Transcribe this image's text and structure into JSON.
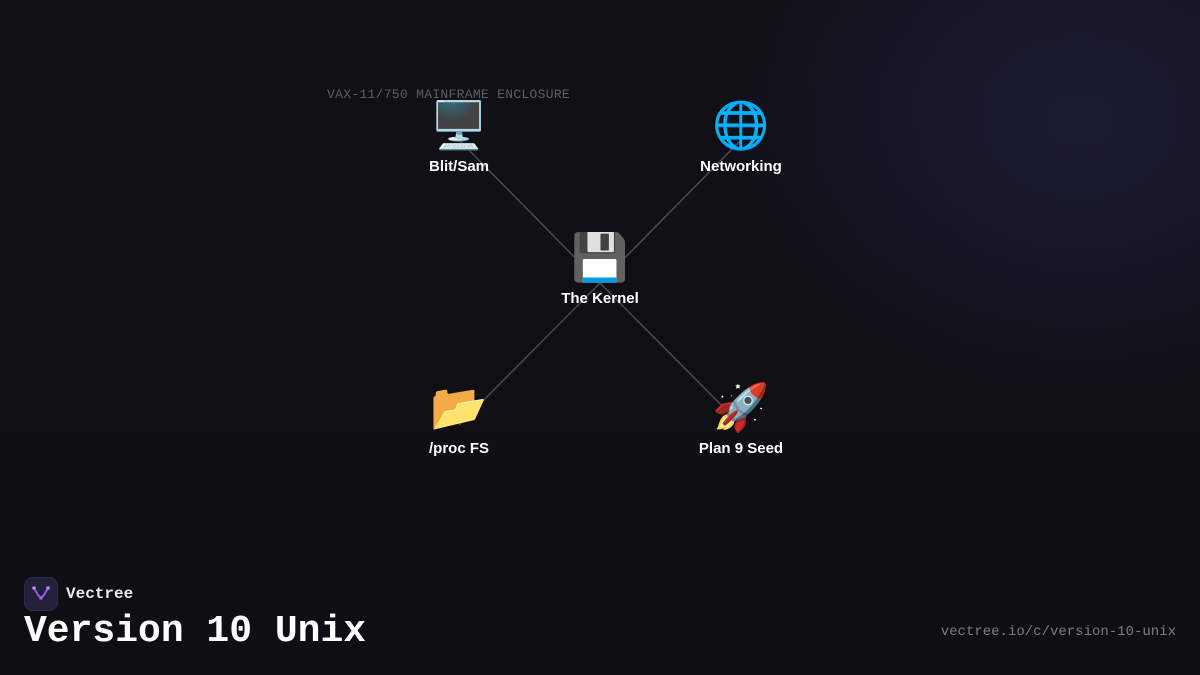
{
  "diagram": {
    "enclosure_label": "VAX-11/750 MAINFRAME ENCLOSURE",
    "nodes": [
      {
        "id": "kernel",
        "icon": "floppy-disk-icon",
        "glyph": "💾",
        "label": "The Kernel"
      },
      {
        "id": "blit",
        "icon": "desktop-computer-icon",
        "glyph": "🖥️",
        "label": "Blit/Sam"
      },
      {
        "id": "networking",
        "icon": "globe-icon",
        "glyph": "🌐",
        "label": "Networking"
      },
      {
        "id": "proc",
        "icon": "open-folder-icon",
        "glyph": "📂",
        "label": "/proc FS"
      },
      {
        "id": "plan9",
        "icon": "rocket-icon",
        "glyph": "🚀",
        "label": "Plan 9 Seed"
      }
    ],
    "edges": [
      {
        "from": "kernel",
        "to": "blit"
      },
      {
        "from": "kernel",
        "to": "networking"
      },
      {
        "from": "kernel",
        "to": "proc"
      },
      {
        "from": "kernel",
        "to": "plan9"
      }
    ],
    "edge_color": "#4a4a4f"
  },
  "footer": {
    "brand_name": "Vectree",
    "title": "Version 10 Unix",
    "url": "vectree.io/c/version-10-unix"
  }
}
